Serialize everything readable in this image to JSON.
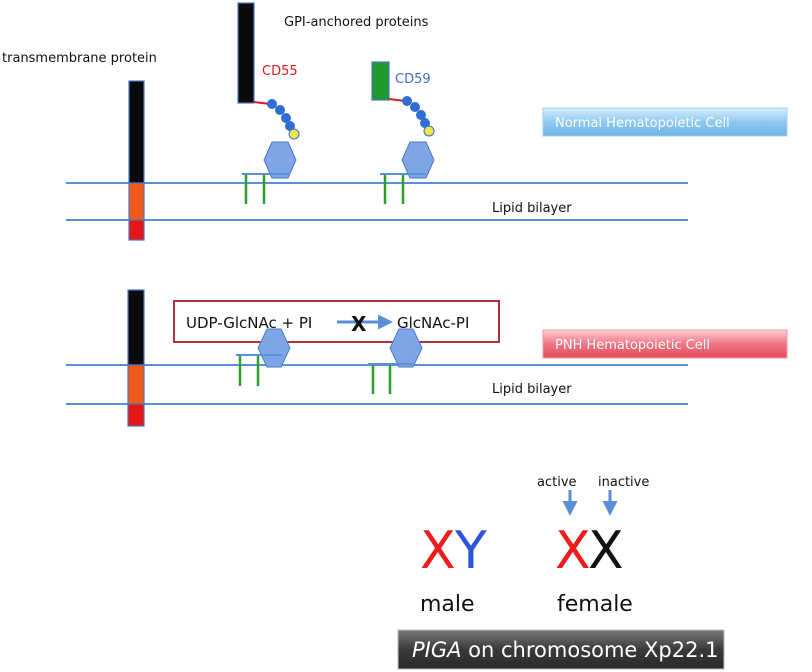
{
  "labels": {
    "transmembrane": "transmembrane protein",
    "gpi": "GPI-anchored proteins",
    "cd55": "CD55",
    "cd59": "CD59",
    "lipid_top": "Lipid bilayer",
    "lipid_bottom": "Lipid bilayer",
    "normal_cell": "Normal Hematopoietic Cell",
    "pnh_cell": "PNH Hematopoietic Cell",
    "reaction_left": "UDP-GlcNAc + PI",
    "reaction_block": "X",
    "reaction_right": "GlcNAc-PI",
    "active": "active",
    "inactive": "inactive",
    "male_x": "X",
    "male_y": "Y",
    "female_x1": "X",
    "female_x2": "X",
    "male": "male",
    "female": "female",
    "piga_gene": "PIGA",
    "piga_rest": " on chromosome Xp22.1"
  },
  "colors": {
    "membrane": "#5b8fd6",
    "protein_dark": "#0a0a0a",
    "protein_orange": "#f25a1b",
    "protein_red": "#e51616",
    "cd55": "#d41f1f",
    "cd59": "#3f6fc8",
    "cd59_box": "#1f9a2e",
    "hexagon": "#7ea6e6",
    "bead": "#2f6ed6",
    "bead_yellow": "#f1e74a",
    "anchor": "#2aa02a",
    "normal_banner": "#8cc6ee",
    "pnh_banner": "#ef6b7a",
    "reaction_border": "#b0303c",
    "arrow": "#5b8fd6",
    "x_red": "#ee1c1c",
    "y_blue": "#2d55d8",
    "x_black": "#111111",
    "piga_banner": "#3c3c3c"
  }
}
